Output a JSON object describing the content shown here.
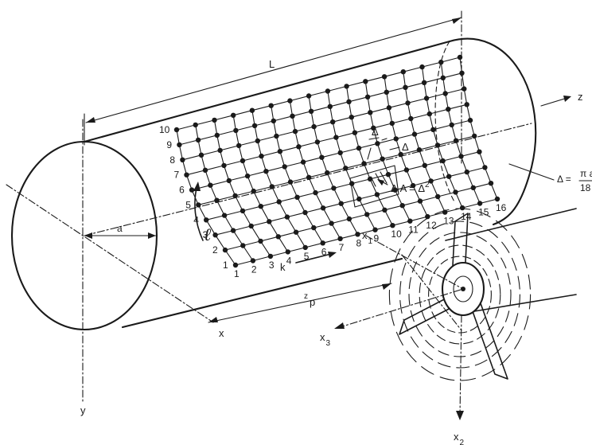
{
  "labels": {
    "length": "L",
    "z_axis": "z",
    "x_axis": "x",
    "y_axis": "y",
    "radius": "a",
    "arc_coord": "ℓ",
    "axial_index": "k",
    "zp_z": "z",
    "zp_p": "p",
    "x1_x": "x",
    "x1_sub": "1",
    "x2_x": "x",
    "x2_sub": "2",
    "x3_x": "x",
    "x3_sub": "3",
    "delta_top": "Δ",
    "delta_right": "Δ",
    "area_eq": "Δ A = Δ",
    "area_exp": "2",
    "spacing_lhs": "Δ =",
    "spacing_num": "π a",
    "spacing_den": "18"
  },
  "grid": {
    "columns": [
      "1",
      "2",
      "3",
      "4",
      "5",
      "6",
      "7",
      "8",
      "9",
      "10",
      "11",
      "12",
      "13",
      "14",
      "15",
      "16"
    ],
    "rows": [
      "1",
      "2",
      "3",
      "4",
      "5",
      "6",
      "7",
      "8",
      "9",
      "10"
    ]
  }
}
